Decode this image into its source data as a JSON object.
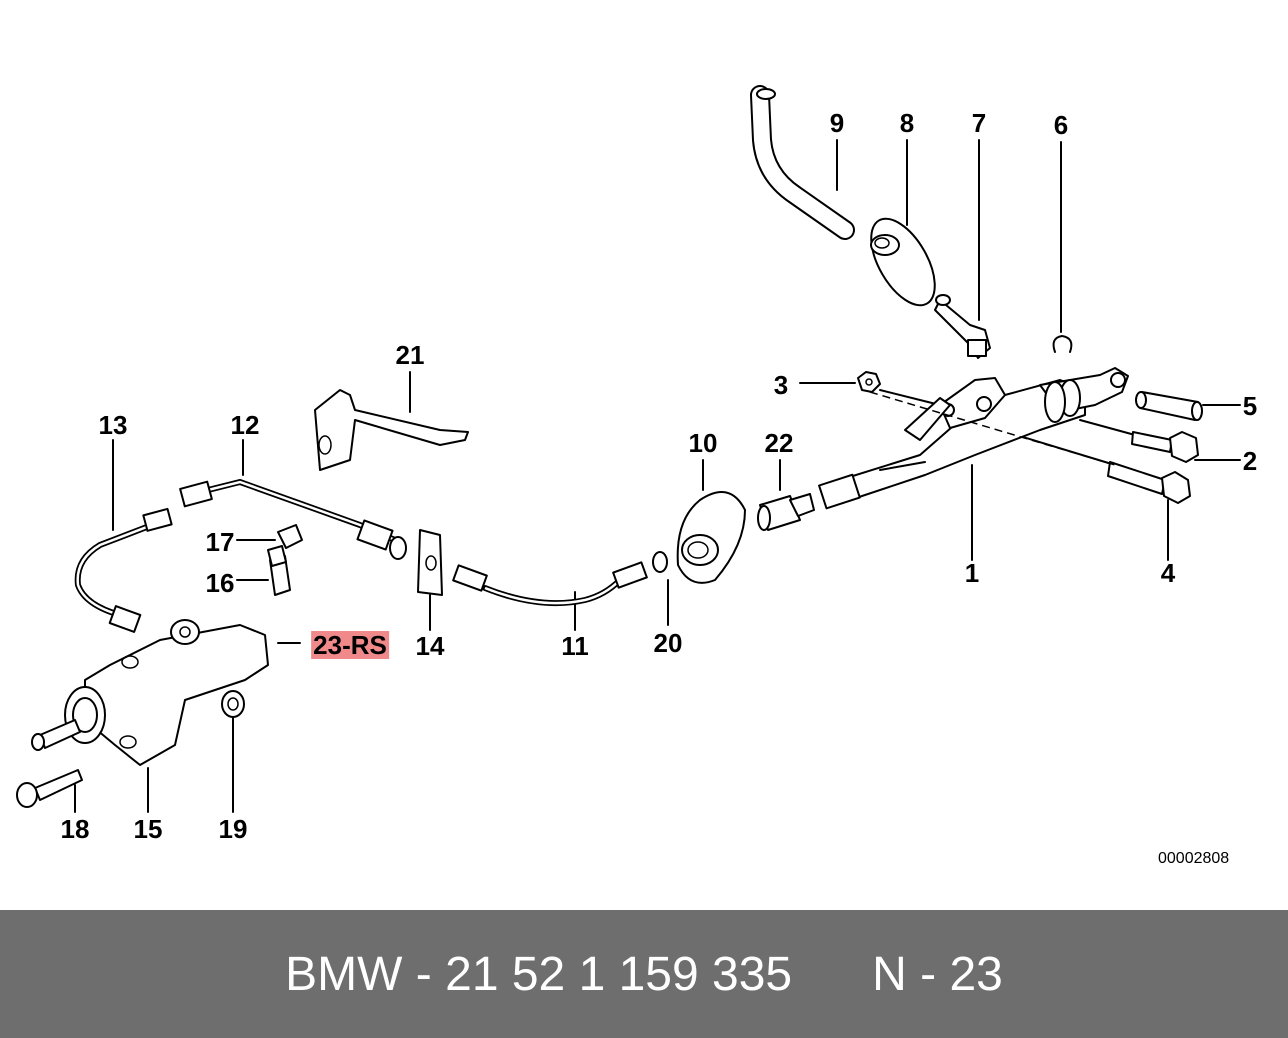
{
  "labels": {
    "l1": "1",
    "l2": "2",
    "l3": "3",
    "l4": "4",
    "l5": "5",
    "l6": "6",
    "l7": "7",
    "l8": "8",
    "l9": "9",
    "l10": "10",
    "l11": "11",
    "l12": "12",
    "l13": "13",
    "l14": "14",
    "l15": "15",
    "l16": "16",
    "l17": "17",
    "l18": "18",
    "l19": "19",
    "l20": "20",
    "l21": "21",
    "l22": "22",
    "l23": "23-RS"
  },
  "highlighted_part": "23-RS",
  "highlight_color": "#f08a8a",
  "diagram_ref": "00002808",
  "footer": {
    "brand": "BMW",
    "separator": "-",
    "part_number": "21 52 1 159 335",
    "position": "N - 23",
    "background_color": "#6e6e6e"
  }
}
